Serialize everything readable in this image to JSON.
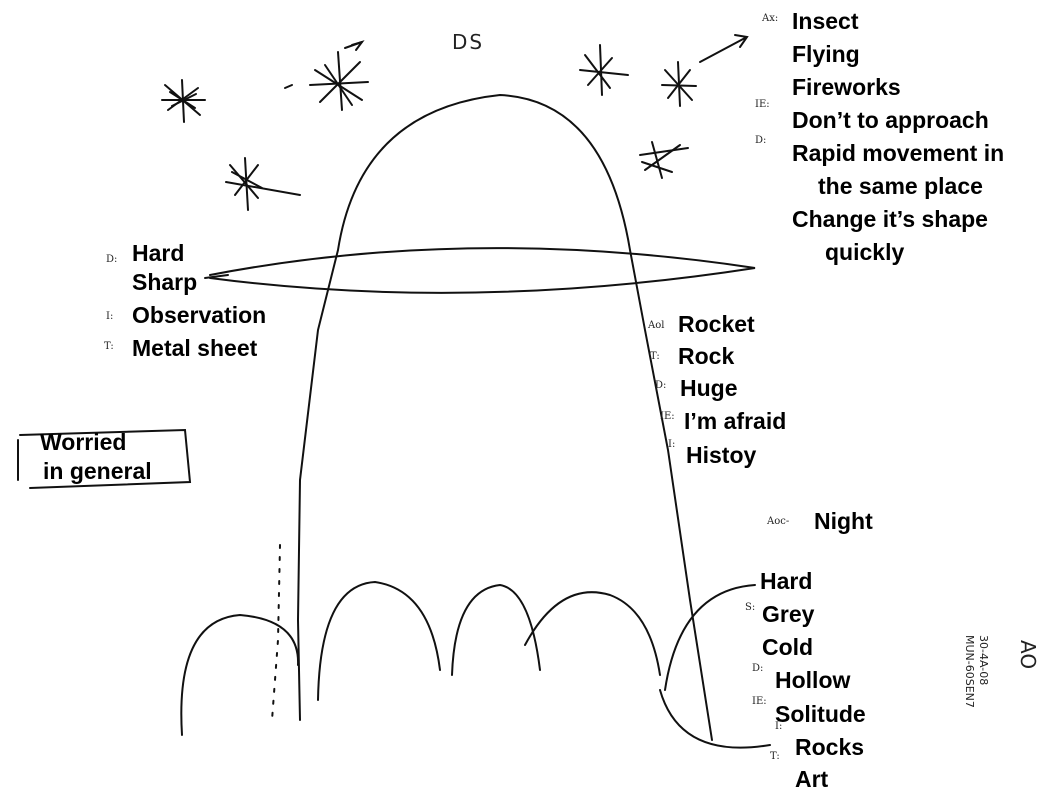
{
  "header_initials": "DS",
  "side_code_left": "MUN-60SEN7",
  "side_code_right": "30-4A-08",
  "side_code_far": "AO",
  "sky_group": {
    "tags": {
      "first": "Ax:",
      "second": "IE:",
      "third": "D:"
    },
    "lines": [
      "Insect",
      "Flying",
      "Fireworks",
      "Don’t to approach",
      "Rapid movement in",
      "the same place",
      "Change it’s shape",
      "quickly"
    ]
  },
  "brim_group": {
    "tags": {
      "d": "D:",
      "i": "I:",
      "t": "T:"
    },
    "lines": [
      "Hard",
      "Sharp",
      "Observation",
      "Metal sheet"
    ]
  },
  "boxed_note": {
    "line1": "Worried",
    "line2": "in general"
  },
  "body_group": {
    "tags": {
      "assoc": "Aol",
      "t": "T:",
      "d": "D:",
      "ie": "IE:",
      "i": "I:"
    },
    "lines": [
      "Rocket",
      "Rock",
      "Huge",
      "I’m afraid",
      "Histoy"
    ]
  },
  "night_group": {
    "tag": "Aoc-",
    "text": "Night"
  },
  "base_group": {
    "tags": {
      "s": "S:",
      "d": "D:",
      "ie": "IE:",
      "i": "I:",
      "t": "T:"
    },
    "lines": [
      "Hard",
      "Grey",
      "Cold",
      "Hollow",
      "Solitude",
      "Rocks",
      "Art"
    ]
  }
}
